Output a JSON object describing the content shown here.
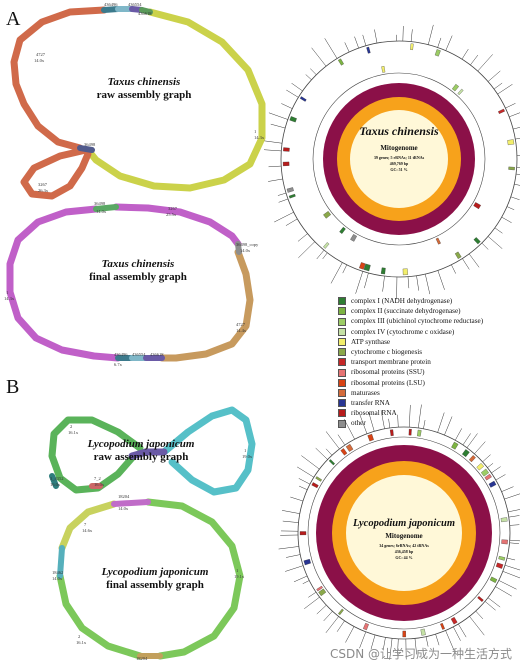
{
  "panels": {
    "a": {
      "letter": "A"
    },
    "b": {
      "letter": "B"
    }
  },
  "taxus": {
    "raw_graph": {
      "species": "Taxus chinensis",
      "caption": "raw assembly graph"
    },
    "final_graph": {
      "species": "Taxus chinensis",
      "caption": "final assembly graph"
    },
    "map": {
      "species": "Taxus chinensis",
      "title": "Mitogenome",
      "genes": "39 genes; 5 rRNAs; 11 tRNAs",
      "size": "469,769 bp",
      "gc": "GC: 51 %"
    }
  },
  "lycopodium": {
    "raw_graph": {
      "species": "Lycopodium japonicum",
      "caption": "raw assembly graph"
    },
    "final_graph": {
      "species": "Lycopodium japonicum",
      "caption": "final assembly graph"
    },
    "map": {
      "species": "Lycopodium japonicum",
      "title": "Mitogenome",
      "genes": "34 genes; 6rRNAs; 42 tRNAs",
      "size": "436,458 bp",
      "gc": "GC: 44 %"
    }
  },
  "legend": [
    {
      "label": "complex I (NADH dehydrogenase)",
      "color": "#2e7d32"
    },
    {
      "label": "complex II (succinate dehydrogenase)",
      "color": "#7cb342"
    },
    {
      "label": "complex III (ubichinol cytochrome reductase)",
      "color": "#9ccc65"
    },
    {
      "label": "complex IV (cytochrome c oxidase)",
      "color": "#c5e1a5"
    },
    {
      "label": "ATP synthase",
      "color": "#f2ee6b"
    },
    {
      "label": "cytochrome c biogenesis",
      "color": "#8aa84a"
    },
    {
      "label": "transport membrane protein",
      "color": "#c62828"
    },
    {
      "label": "ribosomal proteins (SSU)",
      "color": "#e57373"
    },
    {
      "label": "ribosomal proteins (LSU)",
      "color": "#d84315"
    },
    {
      "label": "maturases",
      "color": "#d36a3a"
    },
    {
      "label": "transfer RNA",
      "color": "#283593"
    },
    {
      "label": "ribosomal RNA",
      "color": "#b71c1c"
    },
    {
      "label": "other",
      "color": "#8d8d8d"
    }
  ],
  "watermark": "CSDN @让学习成为一种生活方式"
}
